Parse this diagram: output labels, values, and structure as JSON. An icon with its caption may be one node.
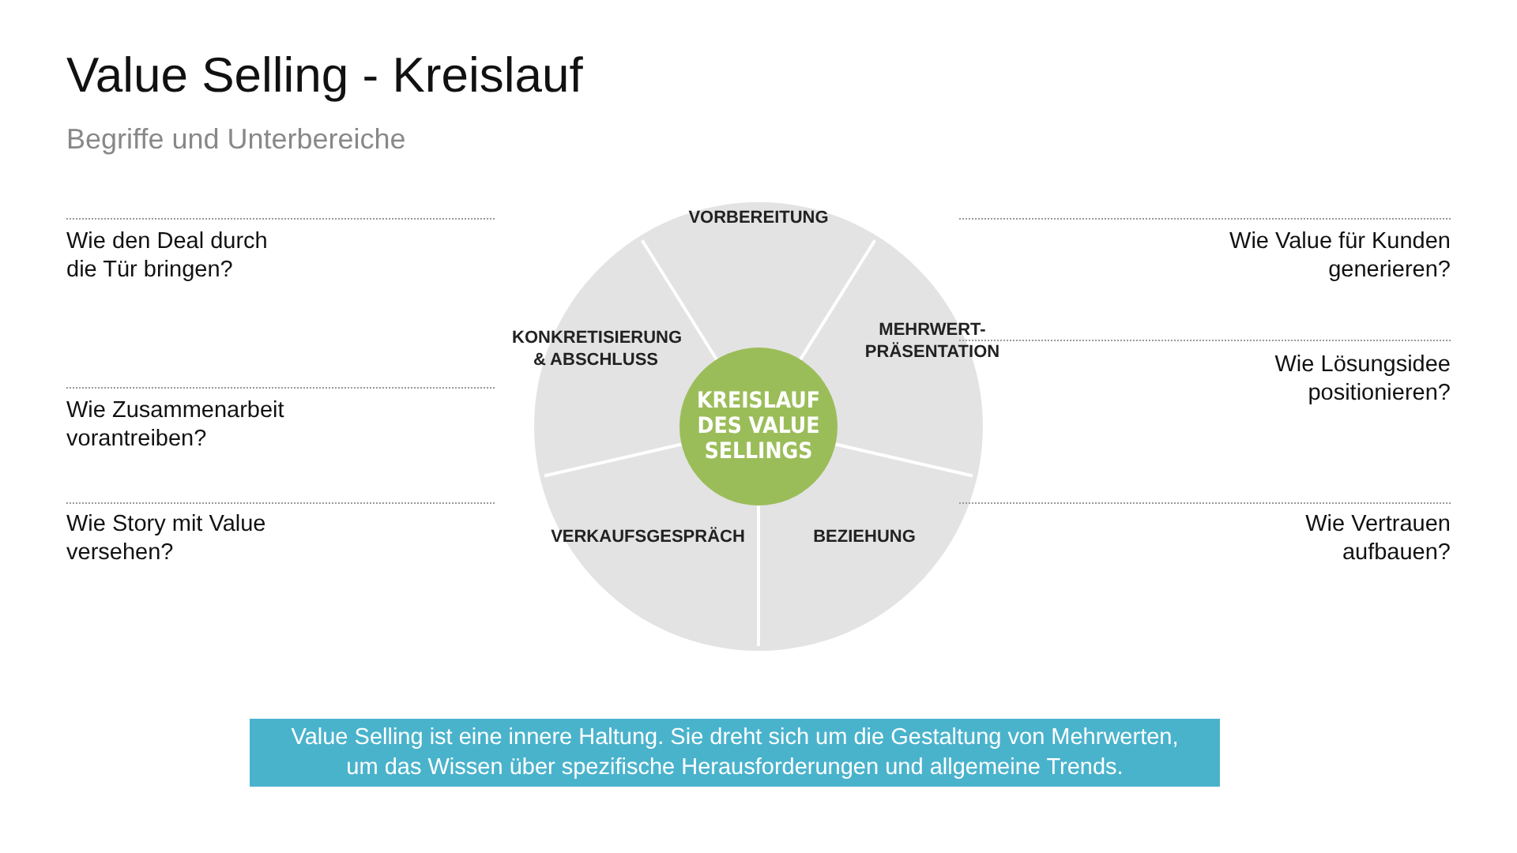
{
  "diagram": {
    "title": "Value Selling - Kreislauf",
    "nodes": [
      {
        "text": [],
        "shape": "circle"
      },
      {
        "text": [
          "VORBEREITUNG"
        ],
        "in": 0
      },
      {
        "text": [
          "MEHRWERT-PRÄSENTATION"
        ],
        "in": 0
      },
      {
        "text": [
          "BEZIEHUNG"
        ],
        "in": 0
      },
      {
        "text": [
          "VERKAUFSGESPRÄCH"
        ],
        "in": 0
      },
      {
        "text": [
          "KONKRETISIERUNG & ABSCHLUSS"
        ],
        "in": 0
      },
      {
        "text": [
          "KREISLAUF DES VALUE SELLINGS"
        ],
        "in": 0
      },
      {
        "text": [
          "Value Selling ist eine innere Haltung. Sie dreht sich um die Gestaltung von Mehrwerten, um das Wissen über spezifische Herausforderungen und allgemeine Trends."
        ]
      }
    ],
    "edges": [],
    "labels": [
      "Begriffe und Unterbereiche",
      "Wie den Deal durch die Tür bringen?",
      "Wie Value für Kunden generieren?",
      "Wie Lösungsidee positionieren?",
      "Wie Zusammenarbeit vorantreiben?",
      "Wie Story mit Value versehen?",
      "Wie Vertrauen aufbauen?"
    ]
  }
}
